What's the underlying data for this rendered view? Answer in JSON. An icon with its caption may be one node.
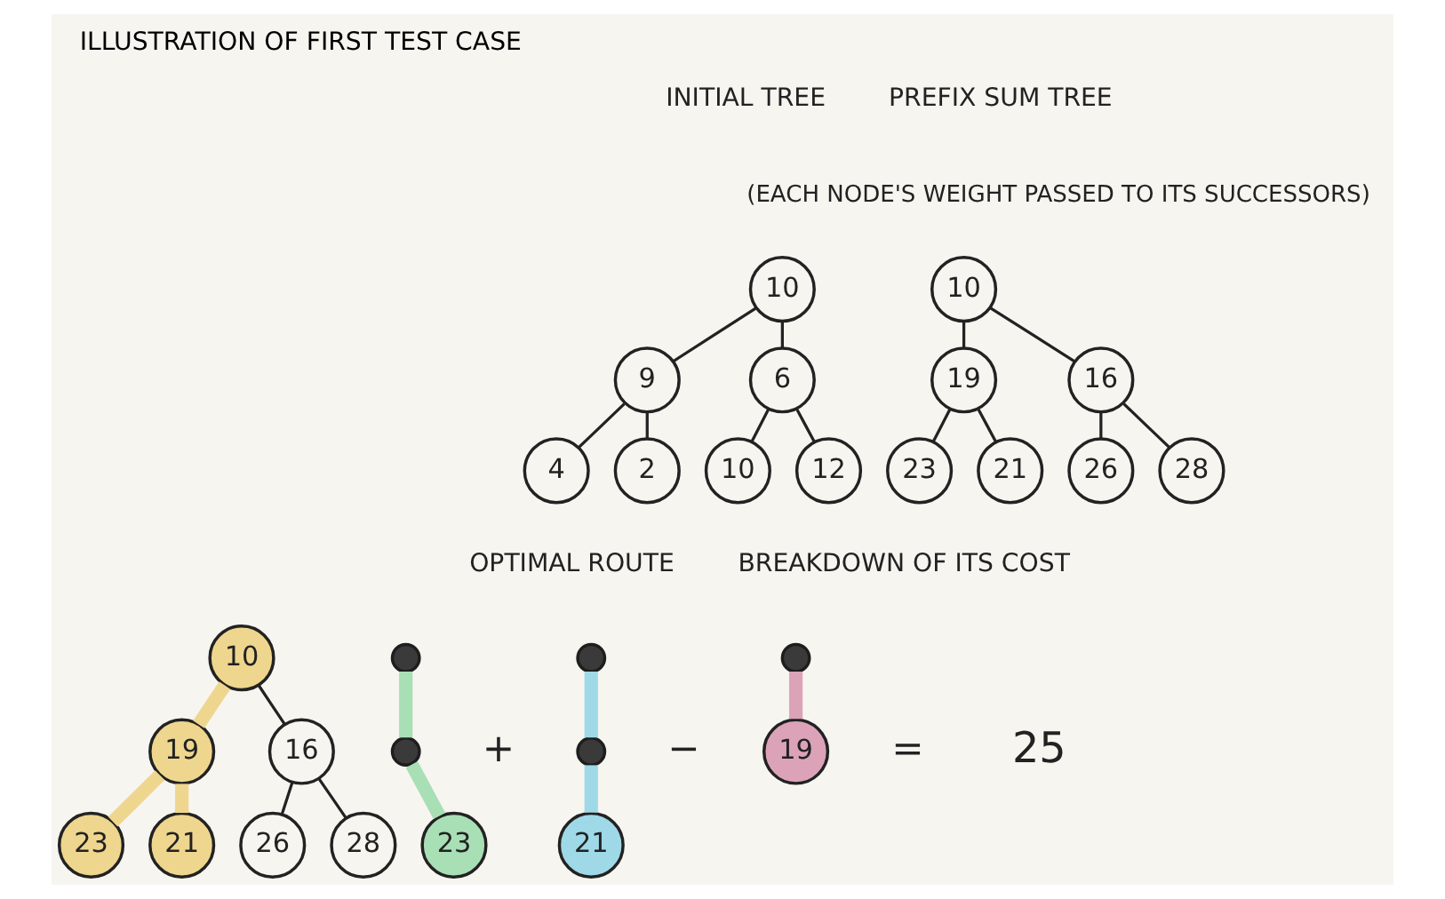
{
  "diagram": {
    "title": "ILLUSTRATION OF FIRST TEST CASE",
    "nodes": [
      {
        "text": [
          "10"
        ]
      },
      {
        "text": [
          "9"
        ]
      },
      {
        "text": [
          "6"
        ]
      },
      {
        "text": [
          "4"
        ]
      },
      {
        "text": [
          "2"
        ]
      },
      {
        "text": [
          "10"
        ]
      },
      {
        "text": [
          "12"
        ]
      },
      {
        "text": [
          "10"
        ]
      },
      {
        "text": [
          "19"
        ]
      },
      {
        "text": [
          "16"
        ]
      },
      {
        "text": [
          "23"
        ]
      },
      {
        "text": [
          "21"
        ]
      },
      {
        "text": [
          "26"
        ]
      },
      {
        "text": [
          "28"
        ]
      },
      {
        "text": [
          "10"
        ]
      },
      {
        "text": [
          "19"
        ]
      },
      {
        "text": [
          "16"
        ]
      },
      {
        "text": [
          "23"
        ]
      },
      {
        "text": [
          "21"
        ]
      },
      {
        "text": [
          "26"
        ]
      },
      {
        "text": [
          "28"
        ]
      },
      {
        "text": [],
        "shape": "circle"
      },
      {
        "text": [],
        "shape": "circle"
      },
      {
        "text": [
          "23"
        ]
      },
      {
        "text": [],
        "shape": "circle"
      },
      {
        "text": [],
        "shape": "circle"
      },
      {
        "text": [
          "21"
        ]
      },
      {
        "text": [],
        "shape": "circle"
      },
      {
        "text": [
          "19"
        ]
      }
    ],
    "edges": [
      {
        "from": 0,
        "to": 1,
        "arrow": "none"
      },
      {
        "from": 0,
        "to": 2,
        "arrow": "none"
      },
      {
        "from": 1,
        "to": 3,
        "arrow": "none"
      },
      {
        "from": 1,
        "to": 4,
        "arrow": "none"
      },
      {
        "from": 2,
        "to": 5,
        "arrow": "none"
      },
      {
        "from": 2,
        "to": 6,
        "arrow": "none"
      },
      {
        "from": 7,
        "to": 8,
        "arrow": "none"
      },
      {
        "from": 7,
        "to": 9,
        "arrow": "none"
      },
      {
        "from": 8,
        "to": 10,
        "arrow": "none"
      },
      {
        "from": 8,
        "to": 11,
        "arrow": "none"
      },
      {
        "from": 9,
        "to": 12,
        "arrow": "none"
      },
      {
        "from": 9,
        "to": 13,
        "arrow": "none"
      },
      {
        "from": 14,
        "to": 15,
        "arrow": "none",
        "style": "thick",
        "color": "#efd68e"
      },
      {
        "from": 14,
        "to": 16,
        "arrow": "none"
      },
      {
        "from": 15,
        "to": 17,
        "arrow": "none",
        "style": "thick",
        "color": "#efd68e"
      },
      {
        "from": 15,
        "to": 18,
        "arrow": "none",
        "style": "thick",
        "color": "#efd68e"
      },
      {
        "from": 16,
        "to": 19,
        "arrow": "none"
      },
      {
        "from": 16,
        "to": 20,
        "arrow": "none"
      },
      {
        "from": 21,
        "to": 22,
        "arrow": "none",
        "style": "thick",
        "color": "#a9dfb5"
      },
      {
        "from": 22,
        "to": 23,
        "arrow": "none",
        "style": "thick",
        "color": "#a9dfb5"
      },
      {
        "from": 24,
        "to": 25,
        "arrow": "none",
        "style": "thick",
        "color": "#9fd9e8"
      },
      {
        "from": 25,
        "to": 26,
        "arrow": "none",
        "style": "thick",
        "color": "#9fd9e8"
      },
      {
        "from": 27,
        "to": 28,
        "arrow": "none",
        "style": "thick",
        "color": "#dca3b8"
      }
    ],
    "labels": [
      "INITIAL TREE",
      "PREFIX SUM TREE",
      "(EACH NODE'S WEIGHT PASSED TO ITS SUCCESSORS)",
      "OPTIMAL ROUTE",
      "BREAKDOWN OF ITS COST",
      "+",
      "−",
      "=",
      "25"
    ]
  }
}
